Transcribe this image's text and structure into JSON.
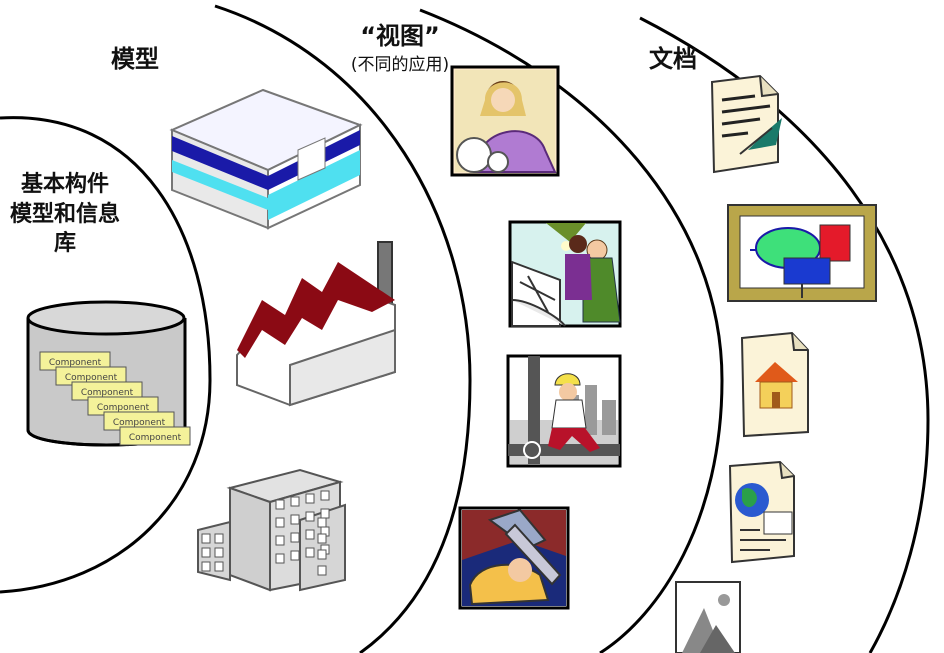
{
  "rings": [
    {
      "id": "core",
      "label": "基本构件\n模型和信息库"
    },
    {
      "id": "models",
      "label": "模型"
    },
    {
      "id": "views",
      "label": "“视图”",
      "sublabel": "(不同的应用)"
    },
    {
      "id": "documents",
      "label": "文档"
    }
  ],
  "database": {
    "components": [
      "Component",
      "Component",
      "Component",
      "Component",
      "Component",
      "Component"
    ]
  },
  "model_icons": [
    "box-building-icon",
    "factory-icon",
    "office-building-icon"
  ],
  "view_icons": [
    "mother-child-icon",
    "architects-drafting-icon",
    "construction-worker-icon",
    "plumber-wrench-icon"
  ],
  "document_icons": [
    "text-document-icon",
    "drawing-plan-icon",
    "house-document-icon",
    "globe-document-icon",
    "mountain-picture-icon"
  ],
  "colors": {
    "ring": "#000000",
    "navy": "#1a1aa8",
    "cyan": "#4fe0f0",
    "maroon": "#8b0a14",
    "gray": "#c8c8c8",
    "yellow_note": "#f4f29a",
    "frame_gold": "#b9a64a"
  }
}
